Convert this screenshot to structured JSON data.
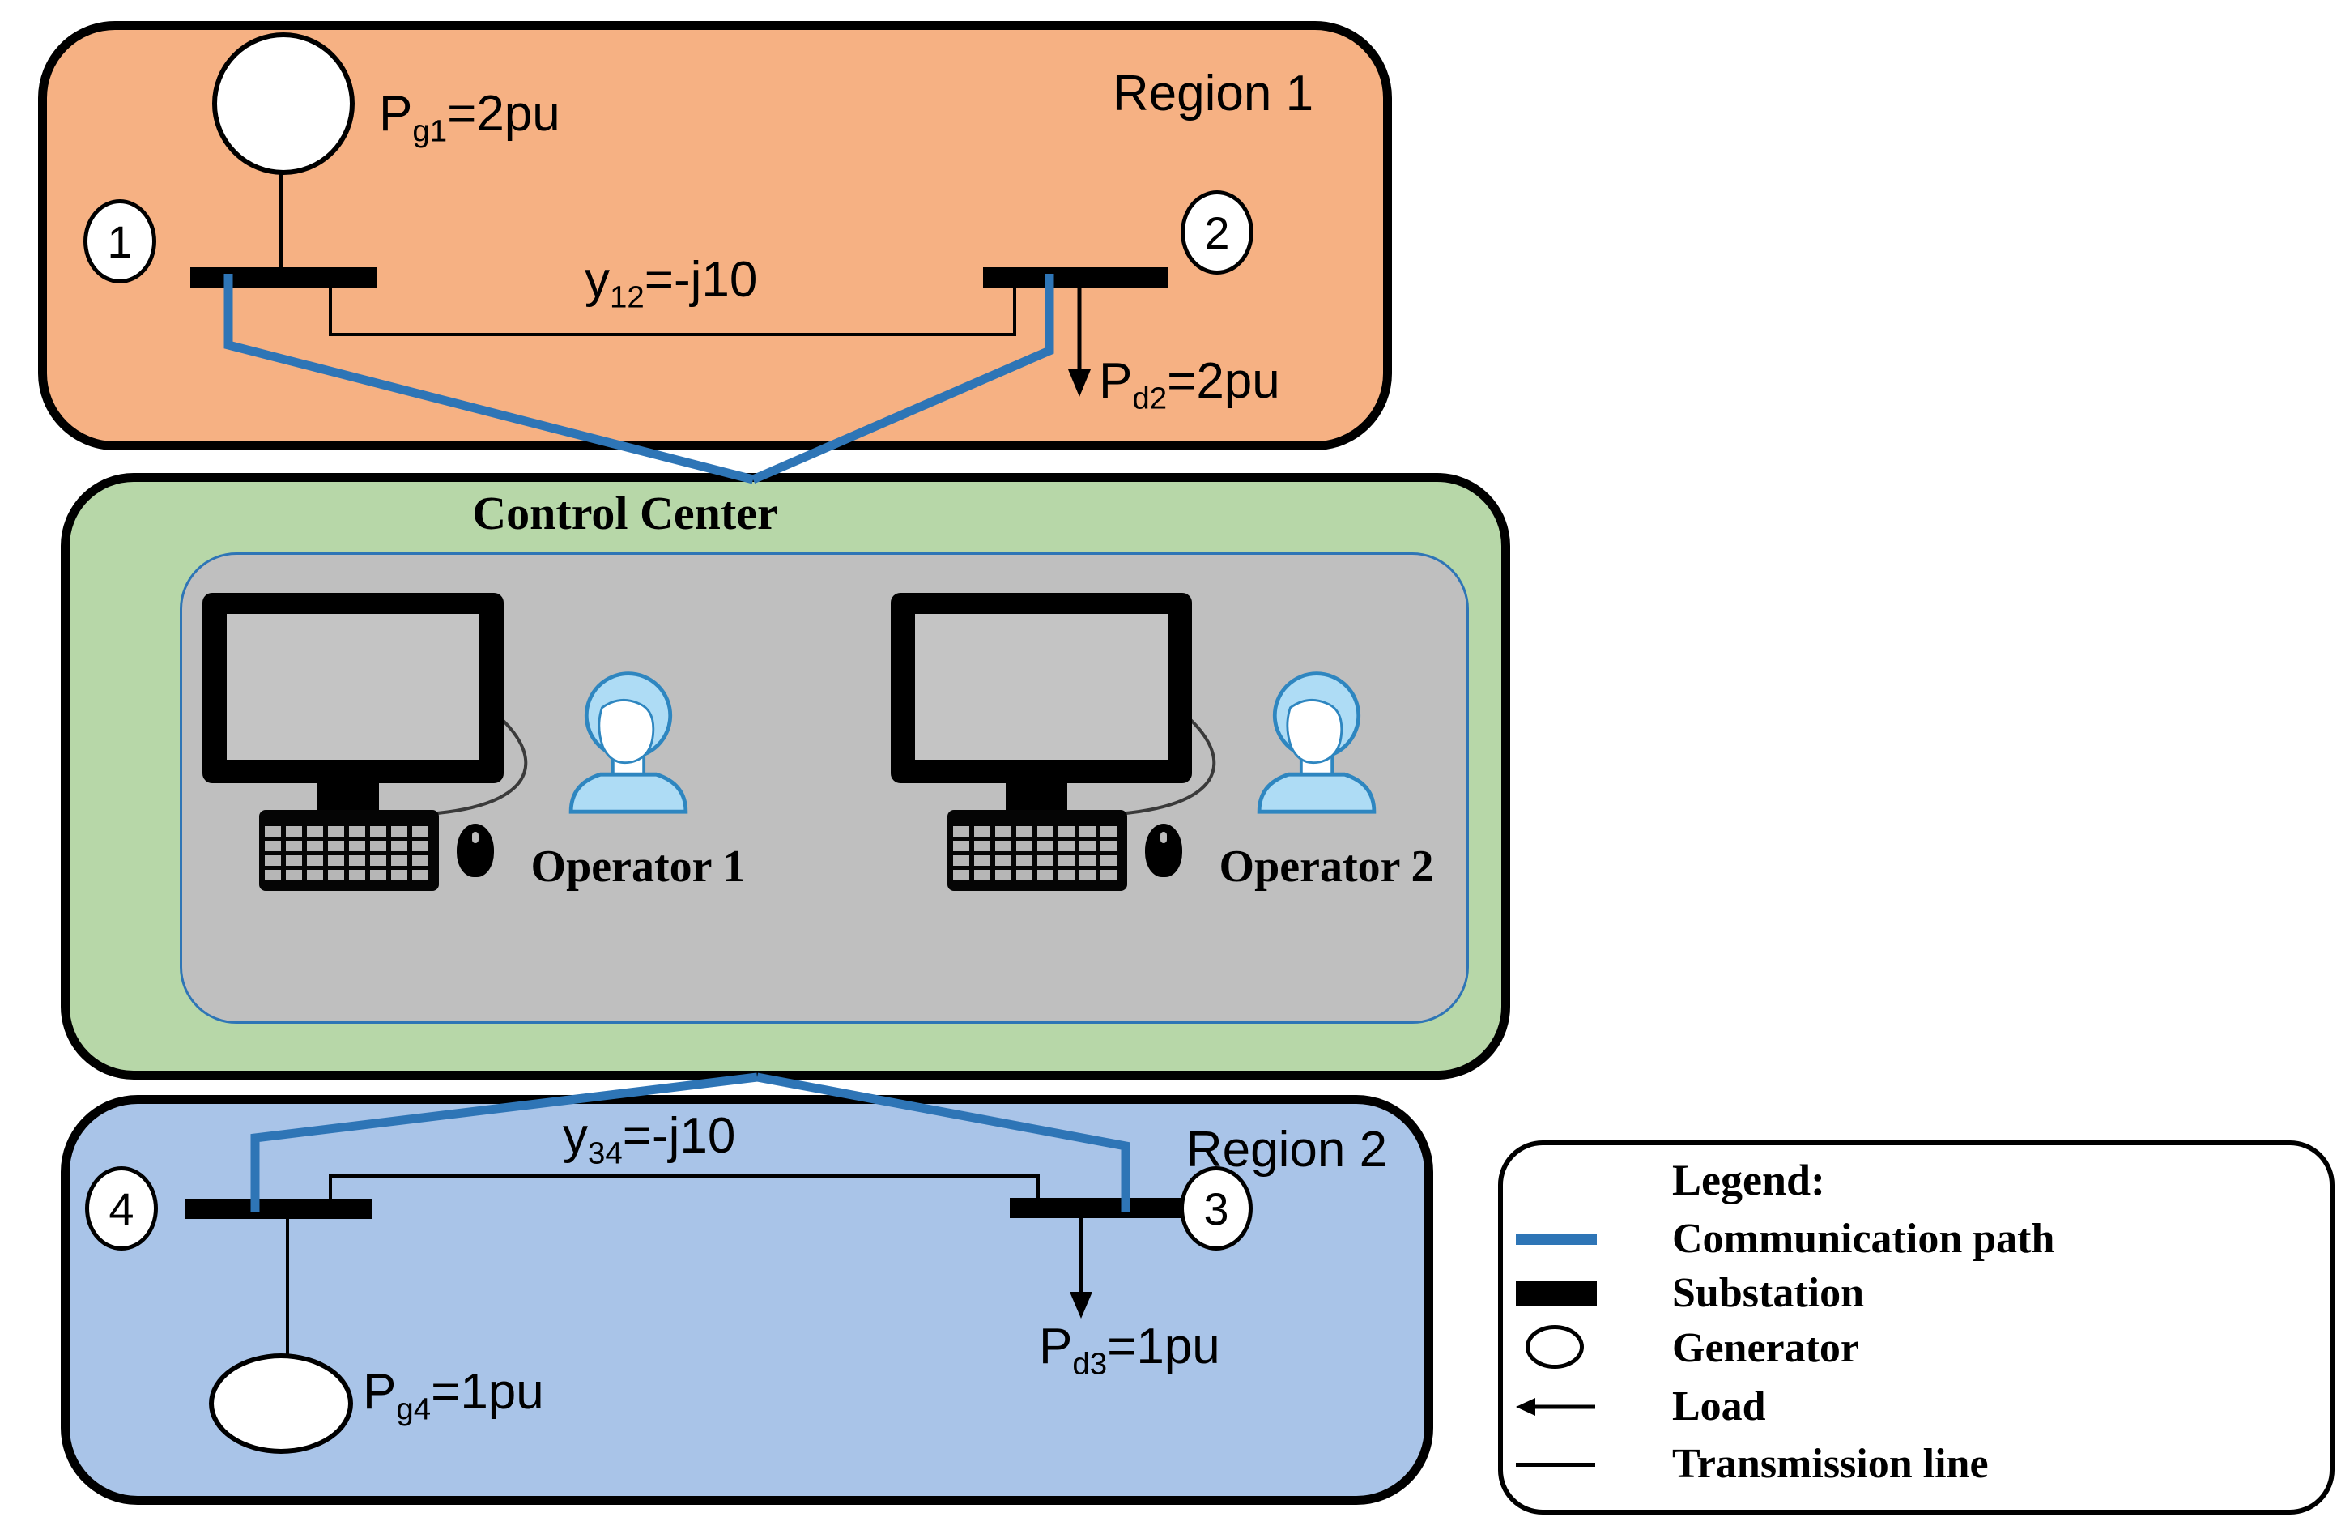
{
  "colors": {
    "region1_fill": "#F6B183",
    "region2_fill": "#A9C4E8",
    "control_center_fill": "#B7D7A8",
    "inner_room_fill": "#BFBFBF",
    "communication_blue": "#2E75B6",
    "operator_fill": "#AEDCF5",
    "operator_stroke": "#2E86C0",
    "outline_black": "#000000"
  },
  "region1": {
    "label": "Region 1",
    "node1": "1",
    "node2": "2",
    "generator_label": {
      "pre": "P",
      "sub": "g1",
      "post": "=2pu"
    },
    "load_label": {
      "pre": "P",
      "sub": "d2",
      "post": "=2pu"
    },
    "admittance_label": {
      "pre": "y",
      "sub": "12",
      "post": "=-j10"
    }
  },
  "control_center": {
    "title": "Control Center",
    "operator1": "Operator 1",
    "operator2": "Operator 2"
  },
  "region2": {
    "label": "Region 2",
    "node3": "3",
    "node4": "4",
    "generator_label": {
      "pre": "P",
      "sub": "g4",
      "post": "=1pu"
    },
    "load_label": {
      "pre": "P",
      "sub": "d3",
      "post": "=1pu"
    },
    "admittance_label": {
      "pre": "y",
      "sub": "34",
      "post": "=-j10"
    }
  },
  "legend": {
    "title": "Legend:",
    "items": [
      {
        "label": "Communication path"
      },
      {
        "label": "Substation"
      },
      {
        "label": "Generator"
      },
      {
        "label": "Load"
      },
      {
        "label": "Transmission line"
      }
    ]
  }
}
